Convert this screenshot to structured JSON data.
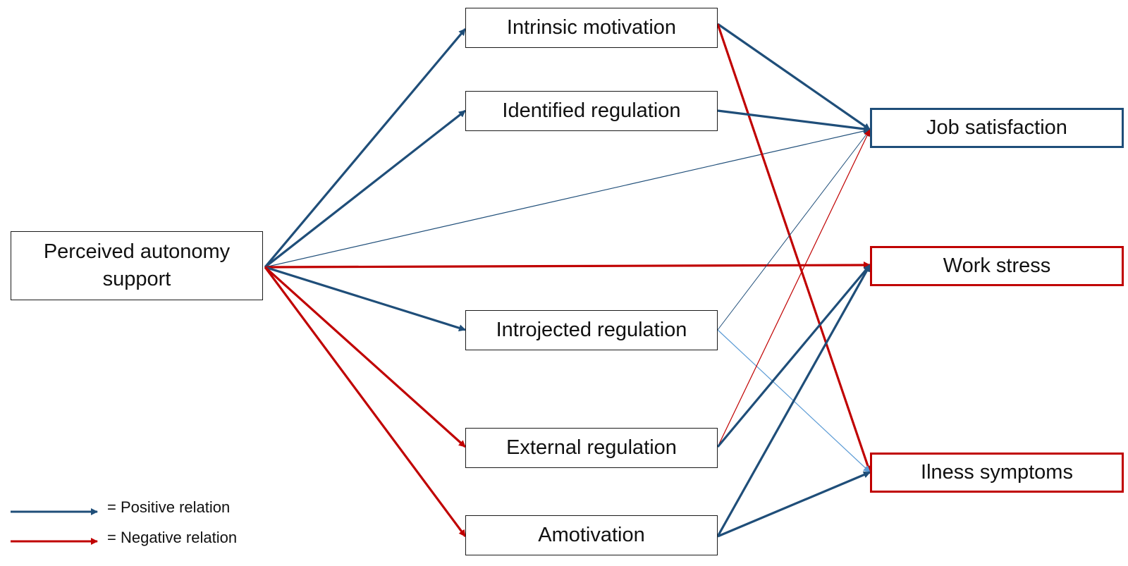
{
  "colors": {
    "positive": "#1f4e79",
    "negative": "#c00000",
    "positive_light": "#5b9bd5"
  },
  "nodes": {
    "perceived_autonomy_support": "Perceived autonomy\nsupport",
    "intrinsic_motivation": "Intrinsic motivation",
    "identified_regulation": "Identified regulation",
    "introjected_regulation": "Introjected regulation",
    "external_regulation": "External regulation",
    "amotivation": "Amotivation",
    "job_satisfaction": "Job satisfaction",
    "work_stress": "Work stress",
    "illness_symptoms": "Ilness symptoms"
  },
  "legend": {
    "positive": "= Positive relation",
    "negative": "= Negative relation"
  },
  "relations": [
    {
      "from": "perceived_autonomy_support",
      "to": "intrinsic_motivation",
      "sign": "positive",
      "strength": "strong"
    },
    {
      "from": "perceived_autonomy_support",
      "to": "identified_regulation",
      "sign": "positive",
      "strength": "strong"
    },
    {
      "from": "perceived_autonomy_support",
      "to": "job_satisfaction",
      "sign": "positive",
      "strength": "weak"
    },
    {
      "from": "perceived_autonomy_support",
      "to": "work_stress",
      "sign": "negative",
      "strength": "strong"
    },
    {
      "from": "perceived_autonomy_support",
      "to": "introjected_regulation",
      "sign": "positive",
      "strength": "strong"
    },
    {
      "from": "perceived_autonomy_support",
      "to": "external_regulation",
      "sign": "negative",
      "strength": "strong"
    },
    {
      "from": "perceived_autonomy_support",
      "to": "amotivation",
      "sign": "negative",
      "strength": "strong"
    },
    {
      "from": "intrinsic_motivation",
      "to": "job_satisfaction",
      "sign": "positive",
      "strength": "strong"
    },
    {
      "from": "intrinsic_motivation",
      "to": "illness_symptoms",
      "sign": "negative",
      "strength": "strong"
    },
    {
      "from": "identified_regulation",
      "to": "job_satisfaction",
      "sign": "positive",
      "strength": "strong"
    },
    {
      "from": "introjected_regulation",
      "to": "job_satisfaction",
      "sign": "positive",
      "strength": "weak"
    },
    {
      "from": "introjected_regulation",
      "to": "illness_symptoms",
      "sign": "positive",
      "strength": "weak"
    },
    {
      "from": "external_regulation",
      "to": "job_satisfaction",
      "sign": "negative",
      "strength": "weak"
    },
    {
      "from": "external_regulation",
      "to": "work_stress",
      "sign": "positive",
      "strength": "strong"
    },
    {
      "from": "amotivation",
      "to": "work_stress",
      "sign": "positive",
      "strength": "strong"
    },
    {
      "from": "amotivation",
      "to": "illness_symptoms",
      "sign": "positive",
      "strength": "strong"
    }
  ]
}
